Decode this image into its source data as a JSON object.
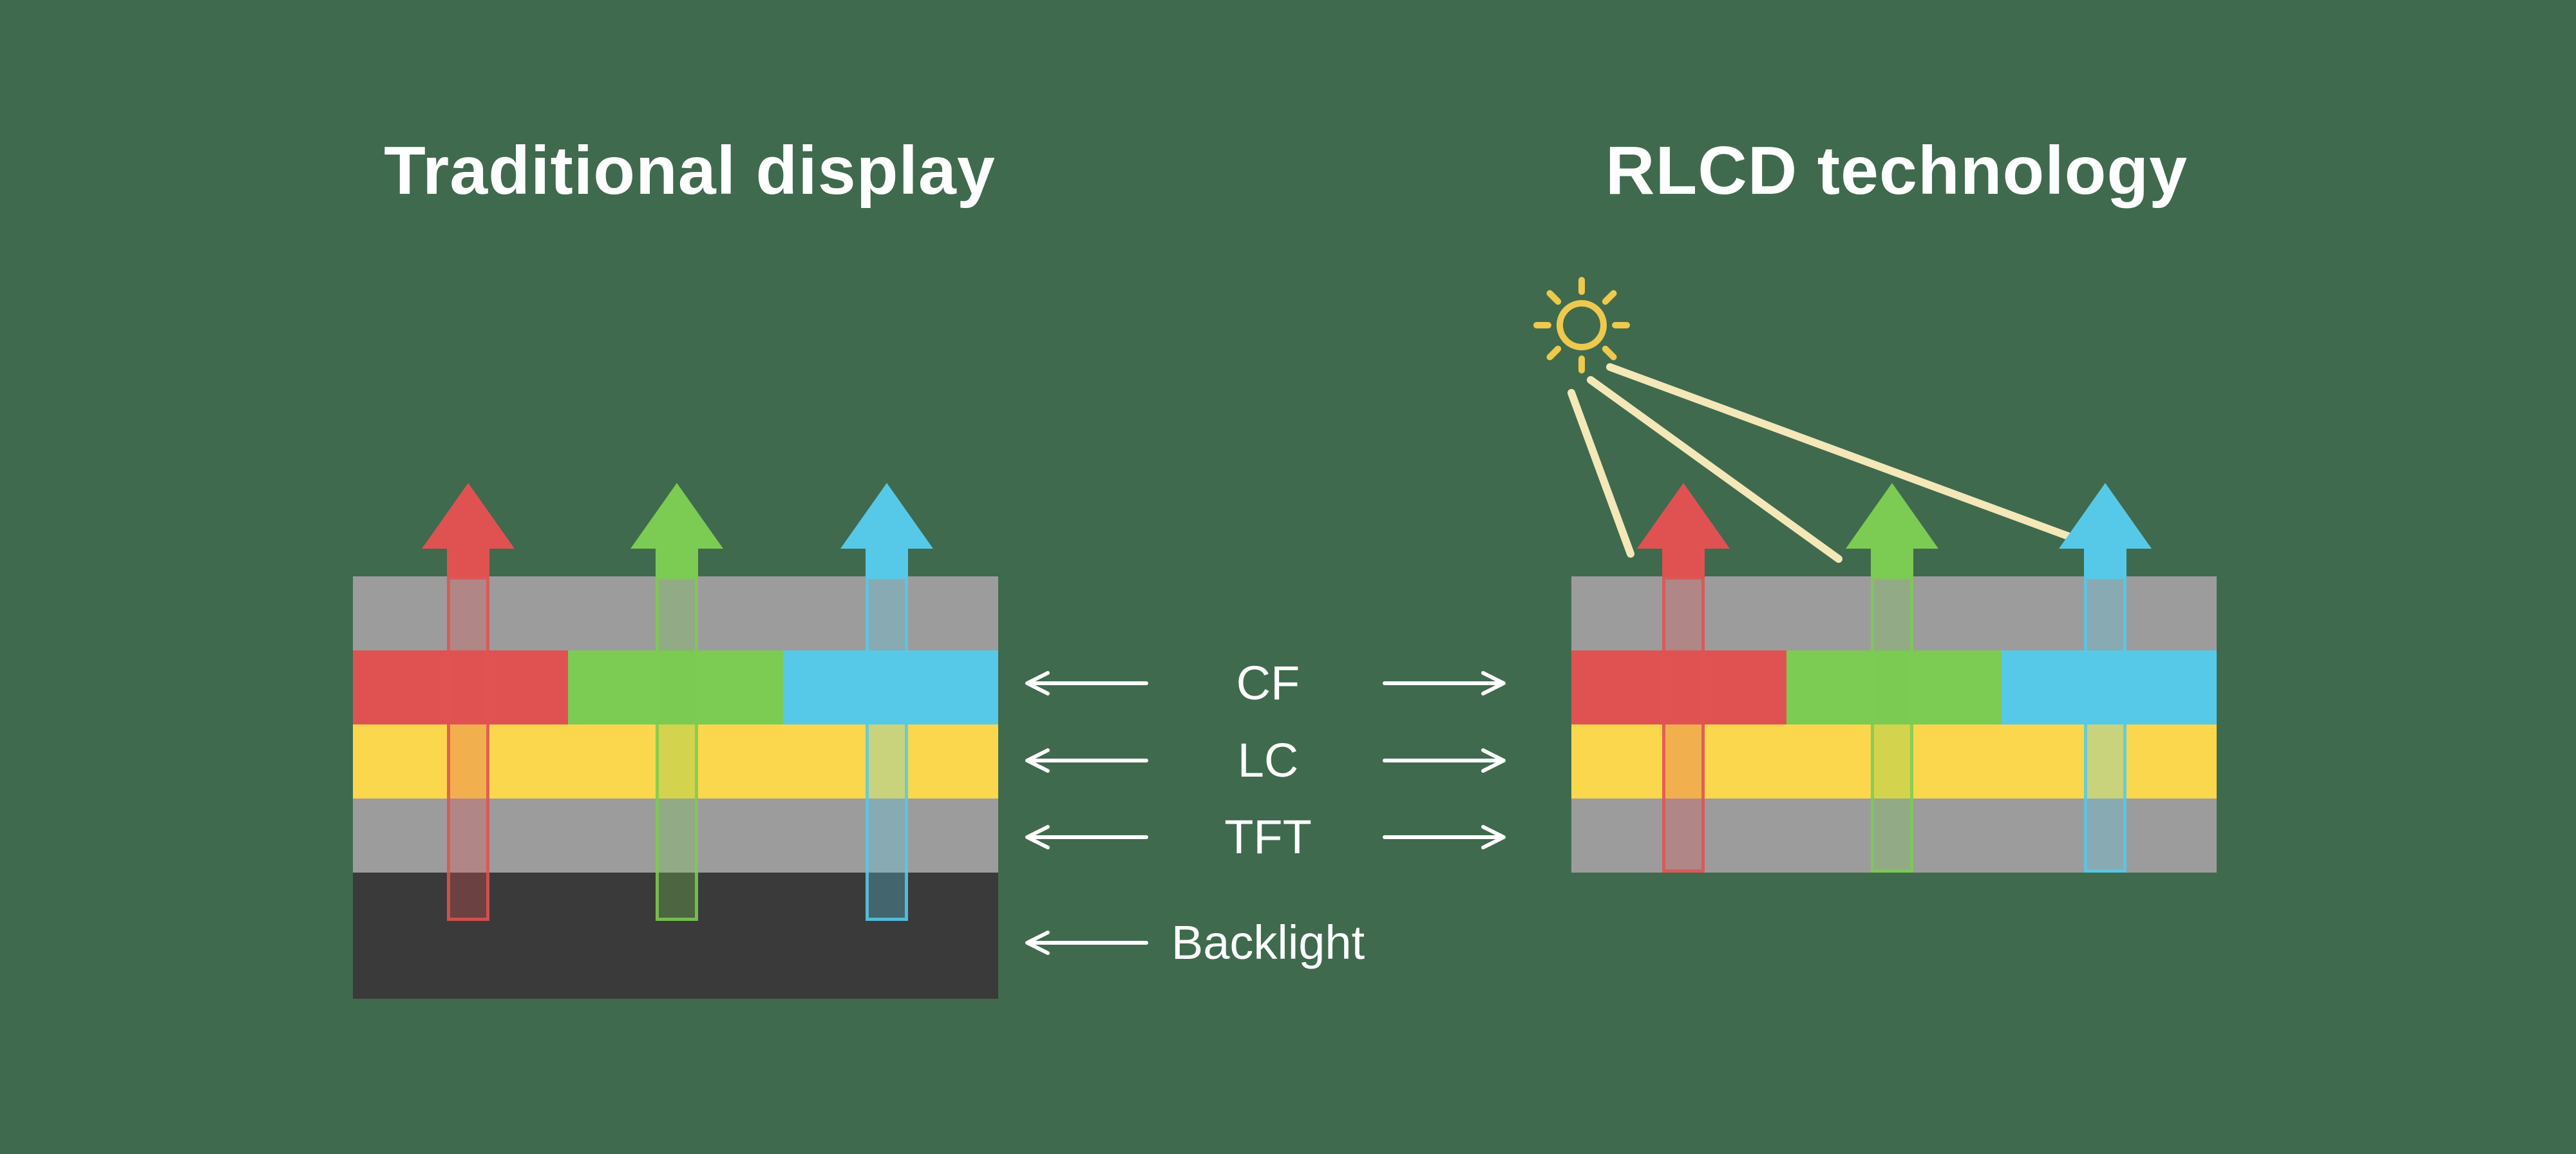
{
  "headers": {
    "left": "Traditional display",
    "right": "RLCD technology"
  },
  "layer_labels": {
    "cf": "CF",
    "lc": "LC",
    "tft": "TFT",
    "backlight": "Backlight"
  },
  "colors": {
    "background": "#3f6a4e",
    "layer_gray": "#9c9c9c",
    "cf_red": "#e05252",
    "cf_green": "#7ccb52",
    "cf_cyan": "#57c9e8",
    "lc_yellow": "#fad74d",
    "backlight_dark": "#3a3a3a",
    "sun_yellow": "#eec94d",
    "beam_yellow": "#f4e8b8",
    "label_white": "#ffffff"
  }
}
